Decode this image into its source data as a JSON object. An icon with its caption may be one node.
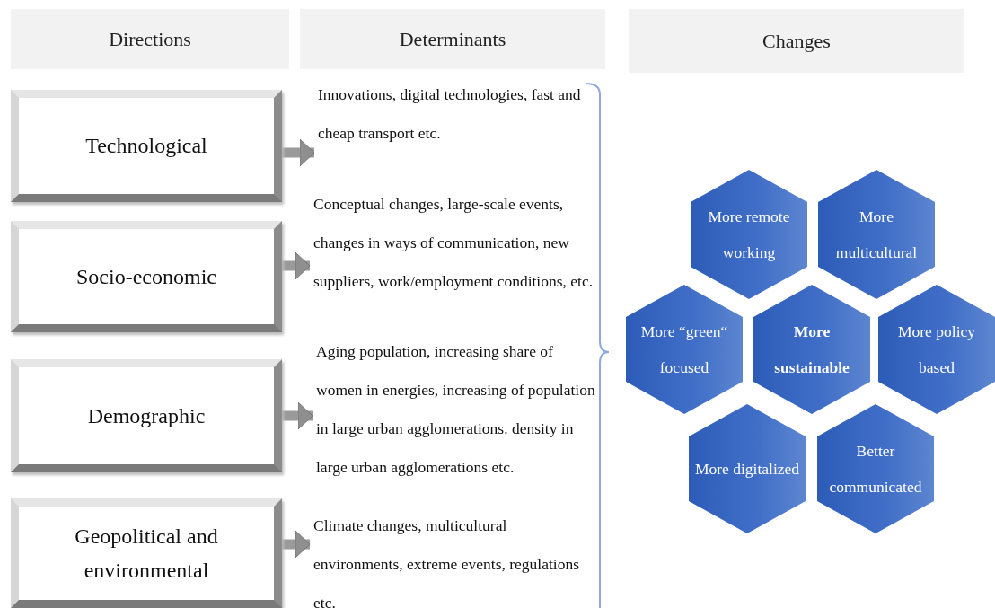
{
  "diagram": {
    "nodes": [
      {
        "text": [
          "Directions"
        ]
      },
      {
        "text": [
          "Determinants"
        ]
      },
      {
        "text": [
          "Changes"
        ]
      },
      {
        "text": [
          "Technological"
        ]
      },
      {
        "text": [
          "Innovations, digital technologies, fast and cheap transport etc."
        ]
      },
      {
        "text": [
          "Socio-economic"
        ]
      },
      {
        "text": [
          "Conceptual changes, large-scale events, changes in ways of communication, new suppliers, work/employment conditions, etc."
        ]
      },
      {
        "text": [
          "Demographic"
        ]
      },
      {
        "text": [
          "Aging population, increasing share of women in energies, increasing of population in large urban agglomerations. density in large urban agglomerations etc."
        ]
      },
      {
        "text": [
          "Geopolitical and environmental"
        ]
      },
      {
        "text": [
          "Climate changes, multicultural environments, extreme events, regulations etc."
        ]
      },
      {
        "text": [
          "More remote working"
        ]
      },
      {
        "text": [
          "More multicultural"
        ]
      },
      {
        "text": [
          "More “green“ focused"
        ]
      },
      {
        "text": [
          "More sustainable"
        ]
      },
      {
        "text": [
          "More policy based"
        ]
      },
      {
        "text": [
          "More digitalized"
        ]
      },
      {
        "text": [
          "Better communicated"
        ]
      }
    ],
    "edges": [
      {
        "from": 3,
        "to": 4,
        "arrow": "to"
      },
      {
        "from": 5,
        "to": 6,
        "arrow": "to"
      },
      {
        "from": 7,
        "to": 8,
        "arrow": "to"
      },
      {
        "from": 9,
        "to": 10,
        "arrow": "to"
      }
    ]
  }
}
